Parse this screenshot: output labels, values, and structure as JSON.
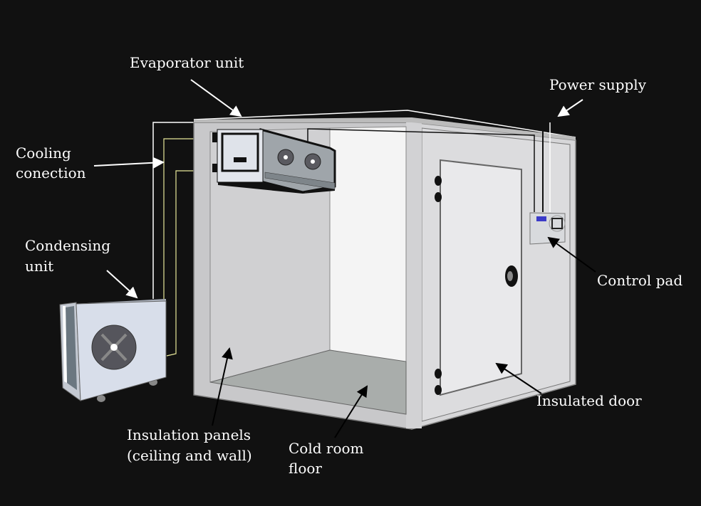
{
  "labels": {
    "evaporator": "Evaporator unit",
    "power_supply": "Power supply",
    "cooling_line1": "Cooling",
    "cooling_line2": "conection",
    "condensing_line1": "Condensing",
    "condensing_line2": "unit",
    "control_pad": "Control pad",
    "insulated_door": "Insulated door",
    "insulation_line1": "Insulation panels",
    "insulation_line2": "(ceiling and wall)",
    "floor_line1": "Cold room",
    "floor_line2": "floor"
  },
  "colors": {
    "background": "#111111",
    "panel": "#cfcfd1",
    "back_wall": "#f4f4f4",
    "floor": "#a9adab",
    "pipe": "#e8e89a",
    "display": "#3b3bc8"
  }
}
